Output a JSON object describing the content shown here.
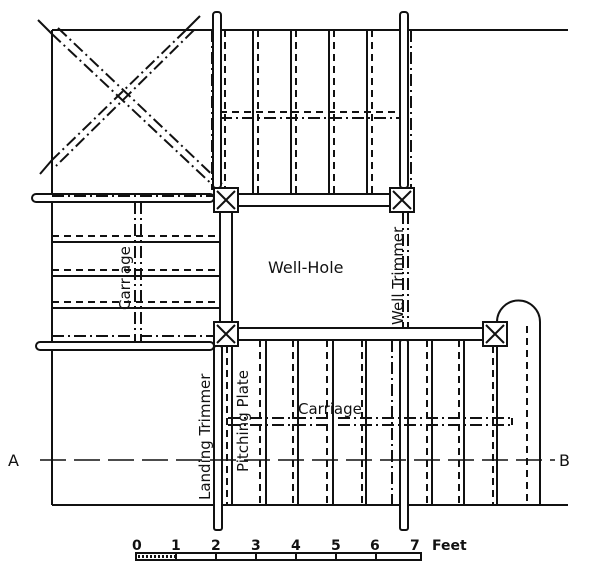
{
  "labels": {
    "well_hole": "Well-Hole",
    "carriage_left": "Carriage",
    "carriage_lower": "Carriage",
    "well_trimmer": "Well Trimmer",
    "landing_trimmer": "Landing Trimmer",
    "pitching_plate": "Pitching Plate",
    "section_a": "A",
    "section_b": "B"
  },
  "scale": {
    "ticks": [
      "0",
      "1",
      "2",
      "3",
      "4",
      "5",
      "6",
      "7"
    ],
    "unit": "Feet"
  },
  "colors": {
    "ink": "#111111",
    "paper": "#ffffff"
  }
}
